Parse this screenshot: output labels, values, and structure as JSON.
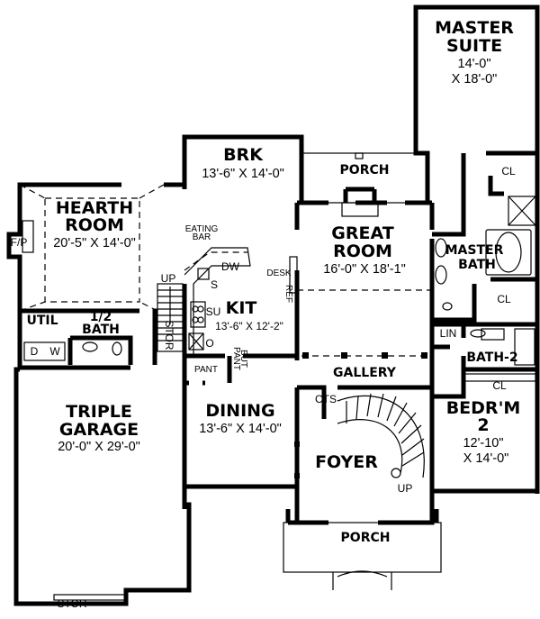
{
  "rooms": {
    "master_suite": {
      "name1": "MASTER",
      "name2": "SUITE",
      "dim1": "14'-0\"",
      "dim2": "X 18'-0\""
    },
    "brk": {
      "name": "BRK",
      "dim": "13'-6\" X 14'-0\""
    },
    "porch_rear": {
      "name": "PORCH"
    },
    "hearth_room": {
      "name1": "HEARTH",
      "name2": "ROOM",
      "dim": "20'-5\" X 14'-0\""
    },
    "fp": "F/P",
    "eating_bar": {
      "line1": "EATING",
      "line2": "BAR"
    },
    "dw": "DW",
    "sink": "S",
    "su": "SU",
    "oven": "O",
    "desk": "DESK",
    "ref": "REF",
    "kit": {
      "name": "KIT",
      "dim": "13'-6\" X 12'-2\""
    },
    "great_room": {
      "name1": "GREAT",
      "name2": "ROOM",
      "dim": "16'-0\" X 18'-1\""
    },
    "master_bath": {
      "name1": "MASTER",
      "name2": "BATH"
    },
    "cl": "CL",
    "util": "UTIL",
    "half_bath": {
      "name1": "1/2",
      "name2": "BATH"
    },
    "dryer": "D",
    "washer": "W",
    "up": "UP",
    "stor": "STOR",
    "pant": "PANT",
    "but_pant": {
      "line1": "BUT",
      "line2": "PANT"
    },
    "lin": "LIN",
    "bath2": "BATH-2",
    "gallery": "GALLERY",
    "cts": "CTS",
    "dining": {
      "name": "DINING",
      "dim": "13'-6\" X 14'-0\""
    },
    "foyer": "FOYER",
    "bedroom2": {
      "name1": "BEDR'M",
      "name2": "2",
      "dim1": "12'-10\"",
      "dim2": "X 14'-0\""
    },
    "garage": {
      "name1": "TRIPLE",
      "name2": "GARAGE",
      "dim": "20'-0\" X 29'-0\""
    },
    "porch_front": {
      "name": "PORCH"
    }
  }
}
